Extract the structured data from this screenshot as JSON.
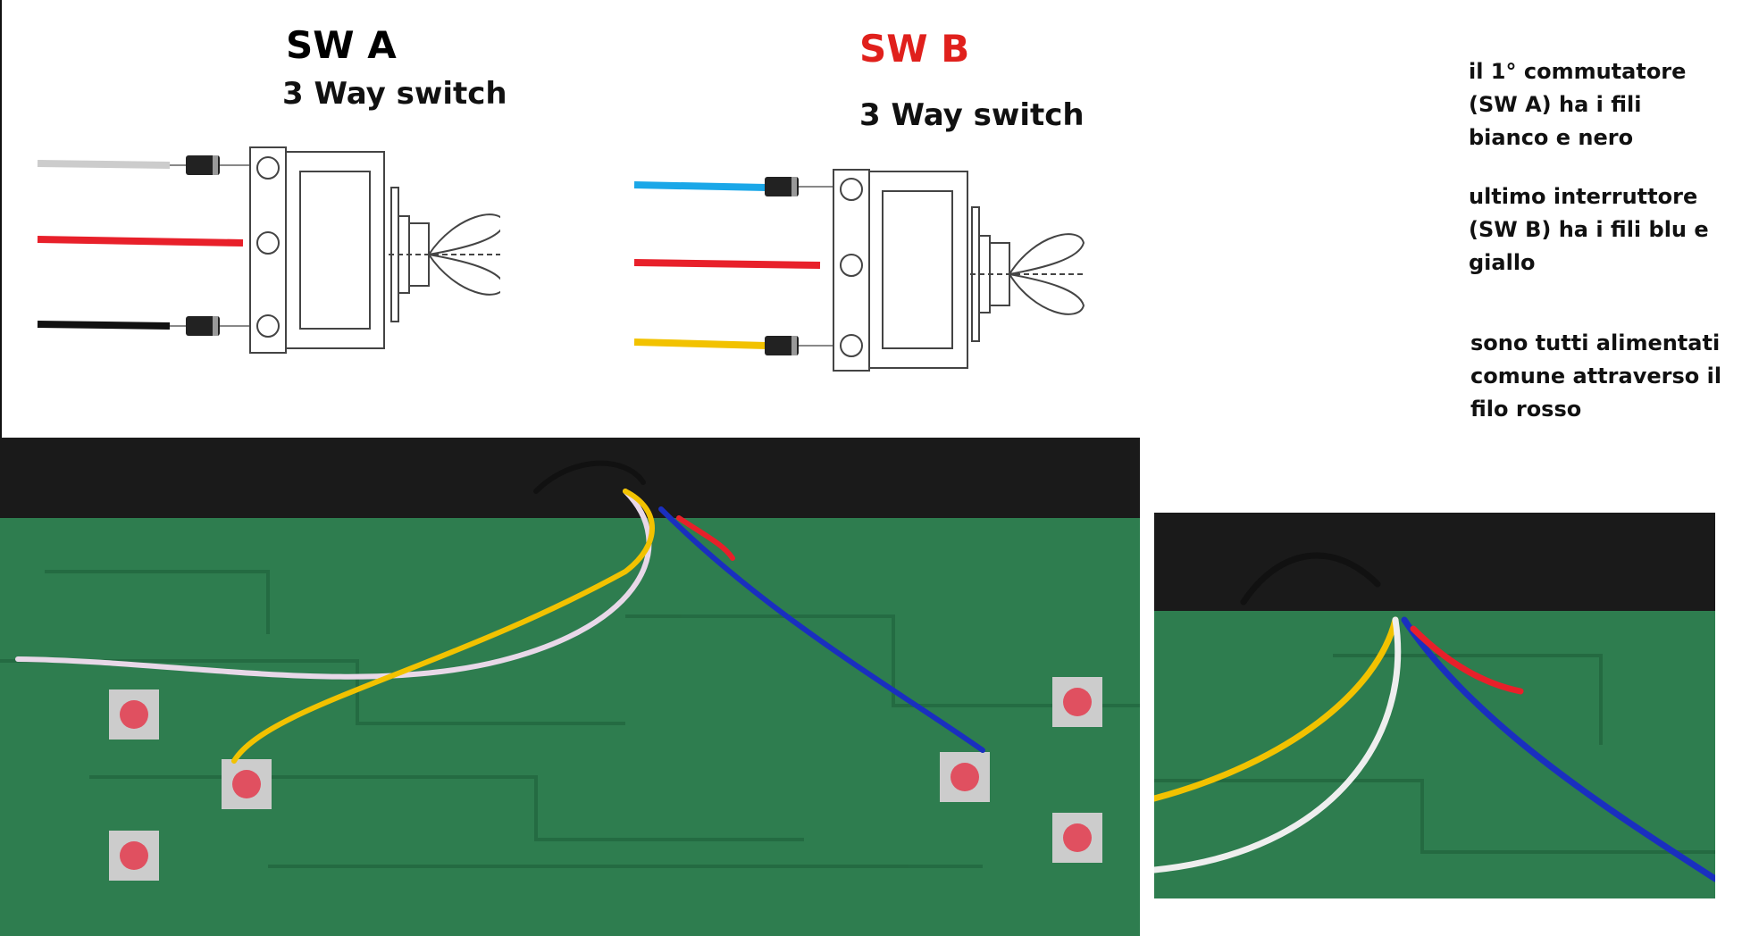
{
  "sw_a": {
    "title": "SW A",
    "subtitle": "3 Way switch",
    "title_color": "#111111",
    "wires": [
      "white",
      "red",
      "black"
    ]
  },
  "sw_b": {
    "title": "SW B",
    "subtitle": "3 Way switch",
    "title_color": "#e0201c",
    "wires": [
      "blue",
      "red",
      "yellow"
    ]
  },
  "notes": [
    "il 1° commutatore (SW A) ha i fili bianco e nero",
    "ultimo interruttore (SW B) ha i fili blu e giallo",
    "sono tutti alimentati comune attraverso il filo rosso"
  ],
  "colors": {
    "wire_white": "#cccccc",
    "wire_red": "#e8202a",
    "wire_black": "#111111",
    "wire_blue": "#1aa7e8",
    "wire_yellow": "#f2c200",
    "pcb": "#2e7d4f",
    "button": "#e05060",
    "photo_wire_blue": "#1a2fbf"
  }
}
